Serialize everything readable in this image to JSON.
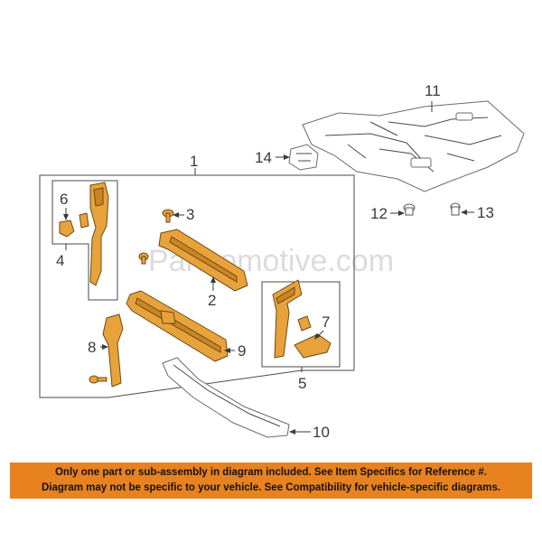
{
  "watermark": "Partsomotive.com",
  "callouts": {
    "c1": "1",
    "c2": "2",
    "c3": "3",
    "c4": "4",
    "c5": "5",
    "c6": "6",
    "c7": "7",
    "c8": "8",
    "c9": "9",
    "c10": "10",
    "c11": "11",
    "c12": "12",
    "c13": "13",
    "c14": "14"
  },
  "disclaimer": {
    "line1": "Only one part or sub-assembly in diagram included. See Item Specifics for Reference #.",
    "line2": "Diagram may not be specific to your vehicle. See Compatibility for vehicle-specific diagrams."
  },
  "colors": {
    "part_fill": "#e8a23c",
    "banner": "#e8821e"
  }
}
